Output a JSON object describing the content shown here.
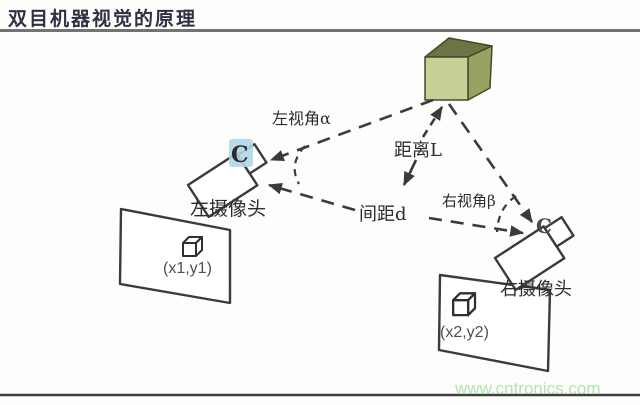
{
  "page": {
    "title": "双目机器视觉的原理",
    "watermark": "www.cntronics.com",
    "colors": {
      "title_ink": "#2c3143",
      "rule_gray": "#737373",
      "line_dark": "#3b3b3b",
      "cube_front": "#c9d096",
      "cube_top": "#6e7345",
      "cube_side": "#9aa263",
      "lens_highlight": "#b3d6e8",
      "watermark_green": "#b5e2af"
    }
  },
  "diagram": {
    "labels": {
      "left_angle": "左视角α",
      "distance": "距离L",
      "baseline": "间距d",
      "right_angle": "右视角β",
      "left_camera": "左摄像头",
      "right_camera": "右摄像头",
      "left_point": "(x1,y1)",
      "right_point": "(x2,y2)",
      "left_lens_mark": "C",
      "right_lens_mark": "C"
    }
  }
}
